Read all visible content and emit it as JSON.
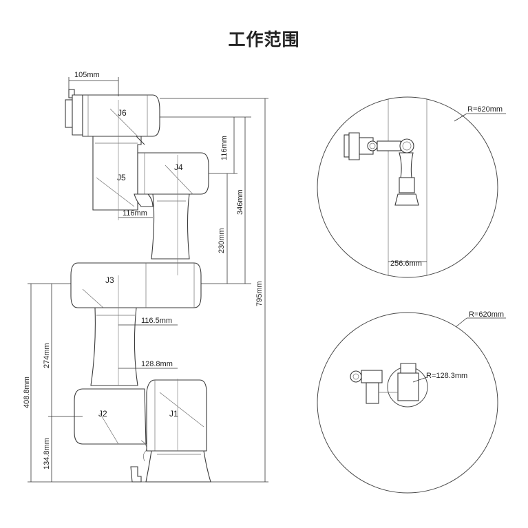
{
  "title": "工作范围",
  "side_view": {
    "joints": {
      "j1": "J1",
      "j2": "J2",
      "j3": "J3",
      "j4": "J4",
      "j5": "J5",
      "j6": "J6"
    },
    "dimensions": {
      "top_width": "105mm",
      "j4_offset": "116mm",
      "j5_offset": "116mm",
      "upper_arm_short": "230mm",
      "upper_arm_long": "346mm",
      "total_height": "795mm",
      "elbow_offset": "116.5mm",
      "shoulder_offset": "128.8mm",
      "lower_arm": "274mm",
      "shoulder_height": "408.8mm",
      "base_height": "134.8mm"
    }
  },
  "top_view": {
    "radius": "R=620mm",
    "width": "256.6mm"
  },
  "plan_view": {
    "radius": "R=620mm",
    "inner_radius": "R=128.3mm"
  }
}
